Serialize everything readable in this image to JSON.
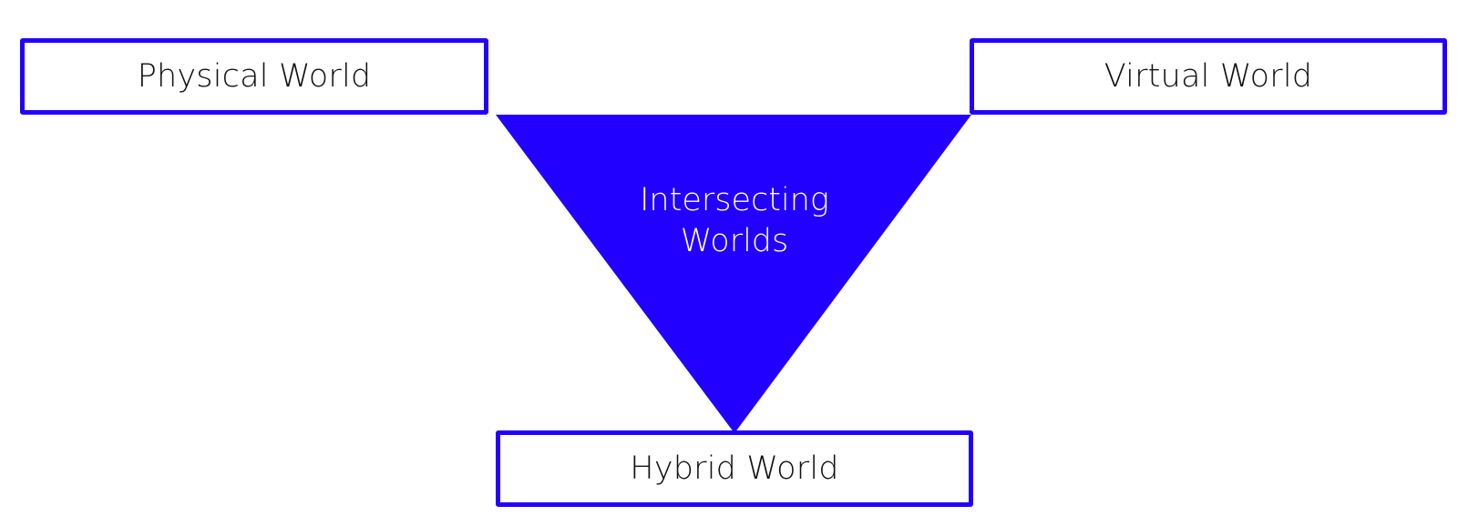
{
  "colors": {
    "accent": "#2200ff",
    "text": "#111111",
    "inverse_text": "#ffffff",
    "background": "#ffffff"
  },
  "nodes": {
    "physical": {
      "label": "Physical World"
    },
    "virtual": {
      "label": "Virtual World"
    },
    "intersection": {
      "line1": "Intersecting",
      "line2": "Worlds"
    },
    "hybrid": {
      "label": "Hybrid World"
    }
  }
}
